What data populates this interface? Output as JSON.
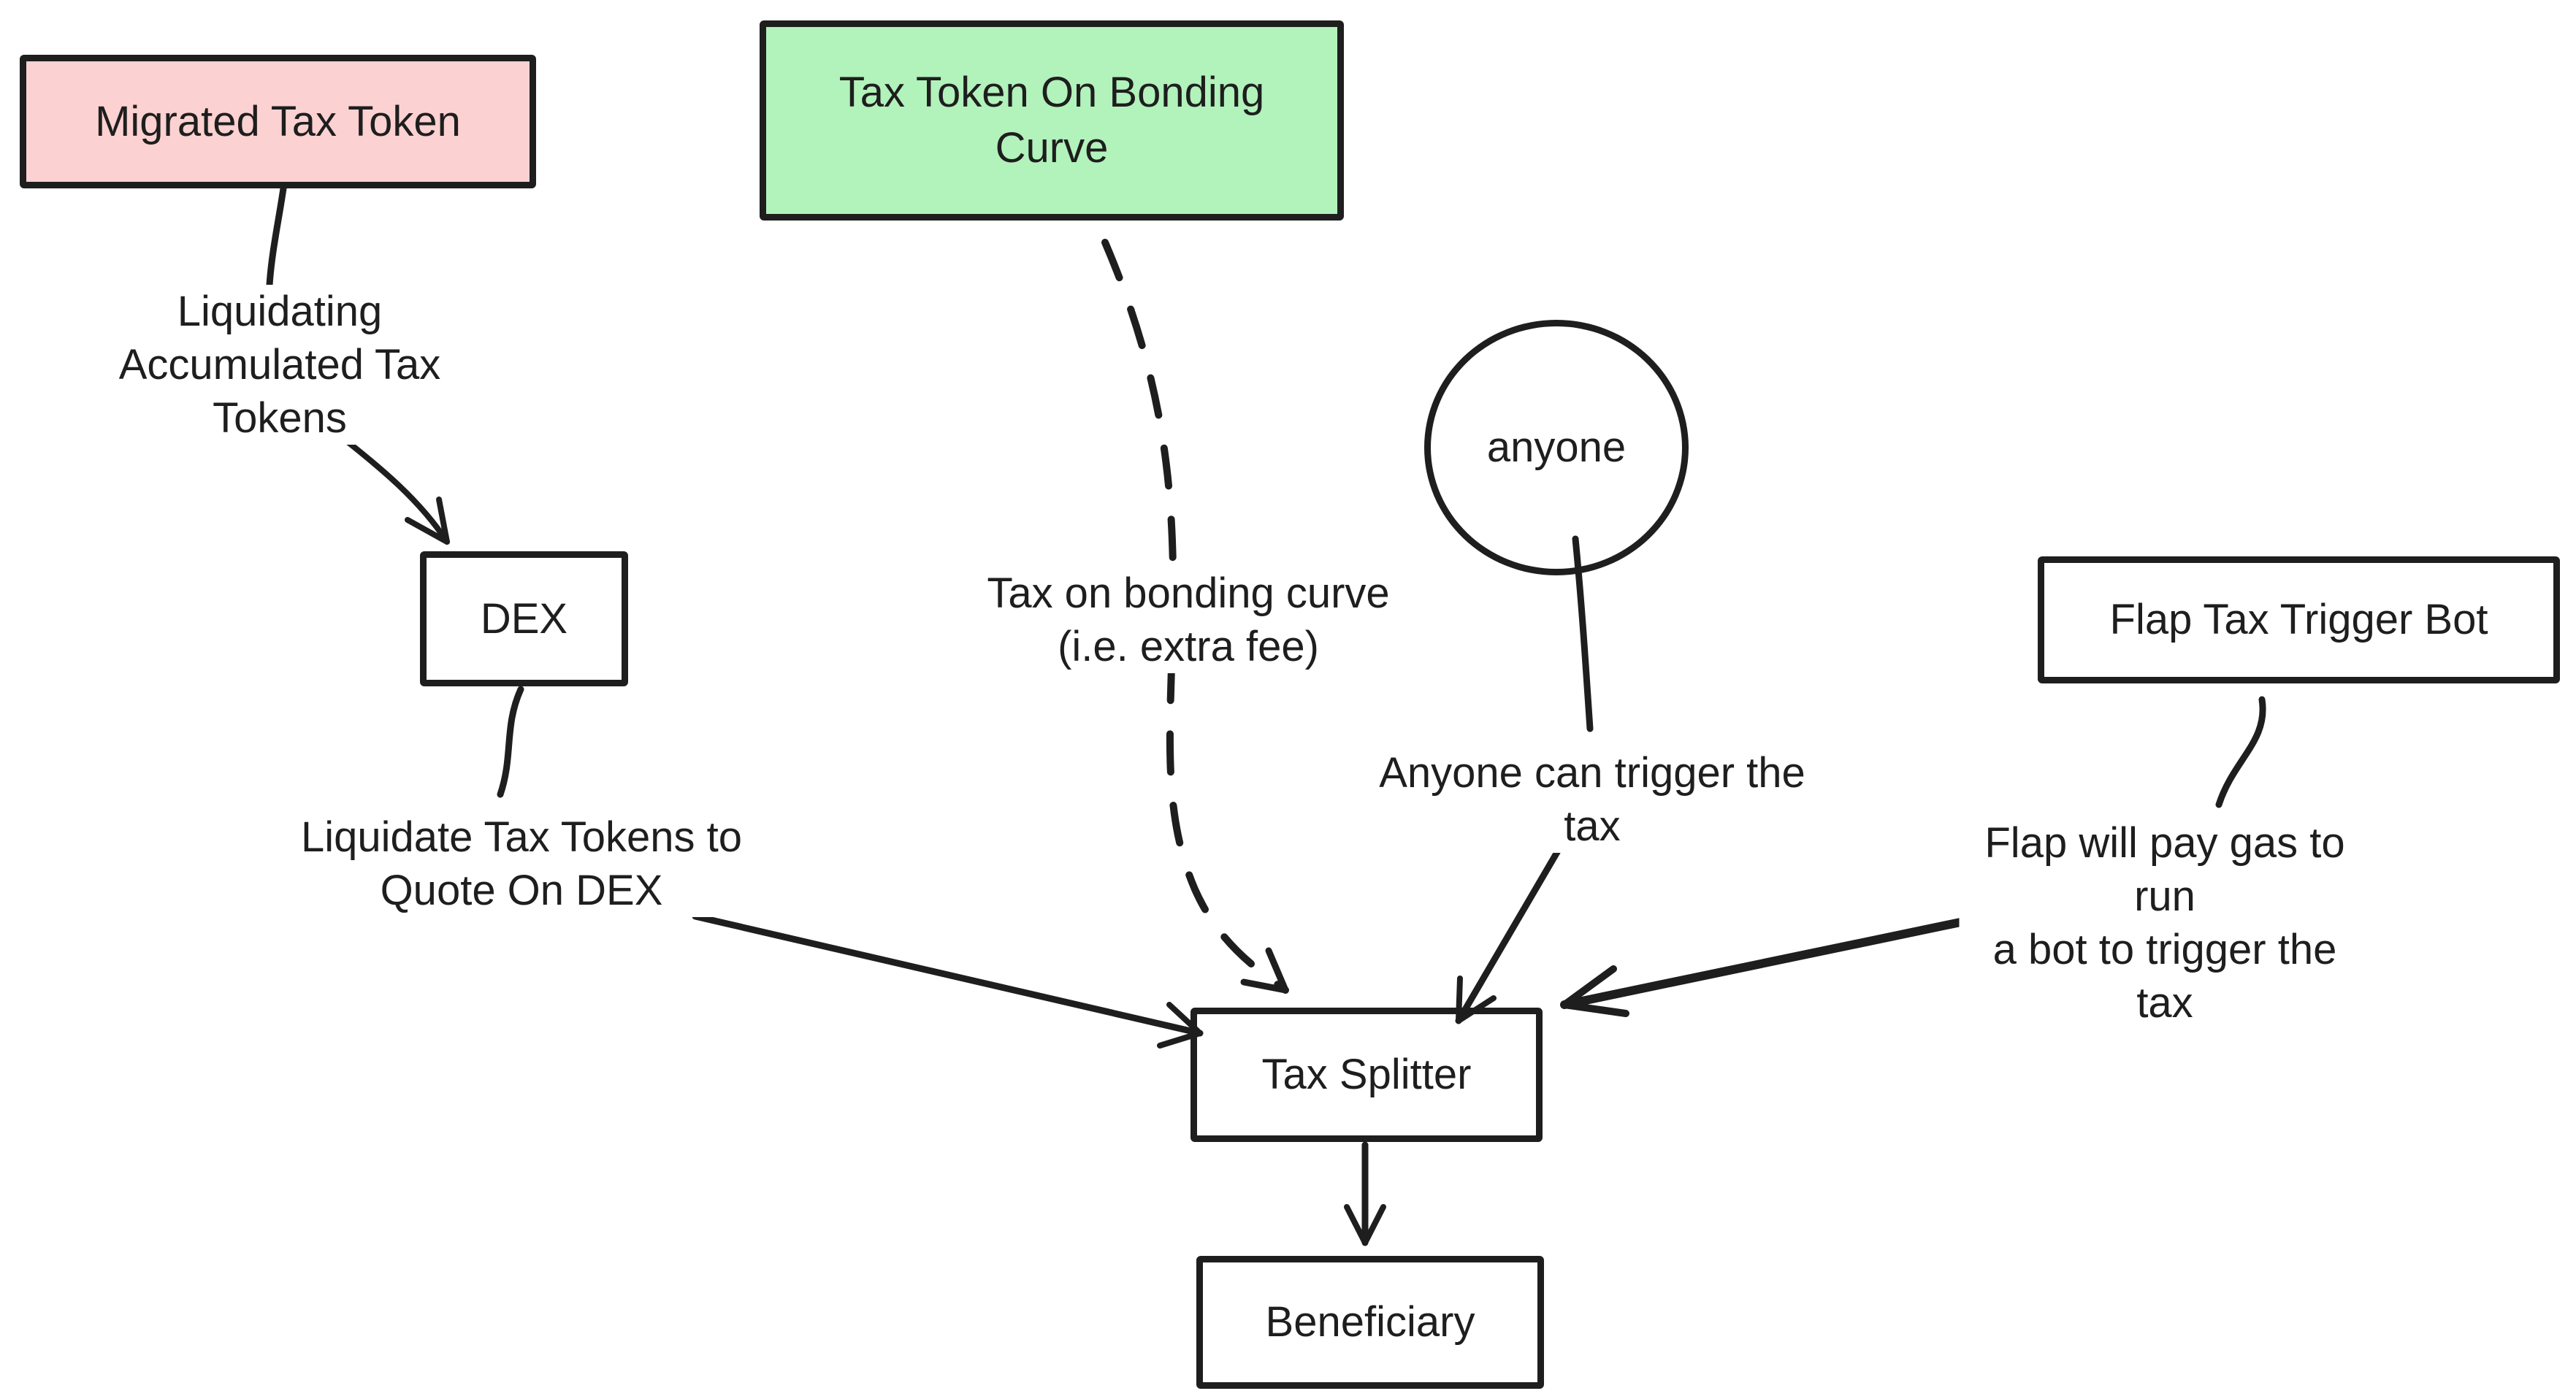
{
  "diagram": {
    "background_color": "#ffffff",
    "stroke_color": "#1e1e1e",
    "nodes": {
      "migrated_tax_token": {
        "label": "Migrated Tax Token",
        "fill": "#fcd1d1",
        "shape": "rectangle"
      },
      "tax_token_bonding_curve": {
        "label": "Tax Token On Bonding\nCurve",
        "fill": "#b2f2bb",
        "shape": "rectangle"
      },
      "anyone": {
        "label": "anyone",
        "fill": "#ffffff",
        "shape": "circle"
      },
      "flap_tax_trigger_bot": {
        "label": "Flap Tax Trigger Bot",
        "fill": "#ffffff",
        "shape": "rectangle"
      },
      "dex": {
        "label": "DEX",
        "fill": "#ffffff",
        "shape": "rectangle"
      },
      "tax_splitter": {
        "label": "Tax Splitter",
        "fill": "#ffffff",
        "shape": "rectangle"
      },
      "beneficiary": {
        "label": "Beneficiary",
        "fill": "#ffffff",
        "shape": "rectangle"
      }
    },
    "edge_labels": {
      "liquidating_accumulated": "Liquidating\nAccumulated Tax\nTokens",
      "liquidate_to_quote": "Liquidate Tax Tokens to\nQuote On DEX",
      "tax_on_bonding_curve": "Tax on bonding curve\n(i.e. extra fee)",
      "anyone_can_trigger": "Anyone can trigger the\ntax",
      "flap_will_pay_gas": "Flap will pay gas to run\na bot to trigger the tax"
    },
    "edges": [
      {
        "name": "migrated-to-liquidating-label",
        "style": "solid",
        "arrowhead": false
      },
      {
        "name": "liquidating-label-to-dex",
        "style": "solid",
        "arrowhead": true
      },
      {
        "name": "dex-to-liquidate-label",
        "style": "solid",
        "arrowhead": false
      },
      {
        "name": "liquidate-label-to-tax-splitter",
        "style": "solid",
        "arrowhead": true
      },
      {
        "name": "bonding-curve-to-tax-splitter",
        "style": "dashed",
        "arrowhead": true
      },
      {
        "name": "anyone-to-trigger-label",
        "style": "solid",
        "arrowhead": false
      },
      {
        "name": "trigger-label-to-tax-splitter",
        "style": "solid",
        "arrowhead": true
      },
      {
        "name": "flap-to-gas-label",
        "style": "solid",
        "arrowhead": false
      },
      {
        "name": "gas-label-to-tax-splitter",
        "style": "solid",
        "arrowhead": true
      },
      {
        "name": "tax-splitter-to-beneficiary",
        "style": "solid",
        "arrowhead": true
      }
    ]
  }
}
